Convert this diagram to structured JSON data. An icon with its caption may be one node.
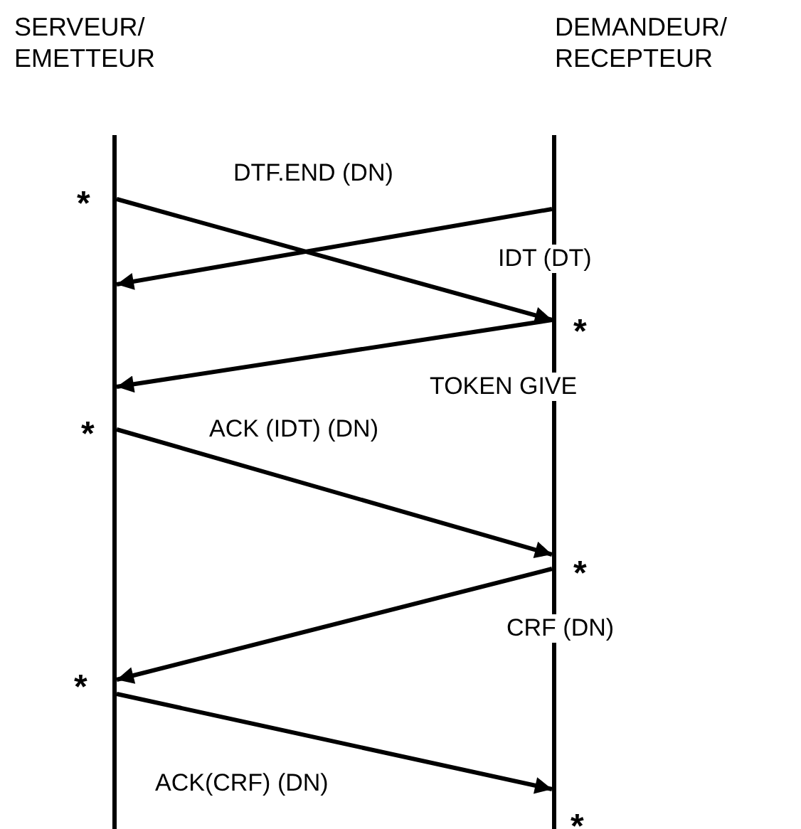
{
  "diagram": {
    "nodes": [
      {
        "text": [
          "SERVEUR/ EMETTEUR"
        ]
      },
      {
        "text": [
          "DEMANDEUR/ RECEPTEUR"
        ]
      }
    ],
    "edges": [
      {
        "from": 0,
        "to": 1,
        "arrow": "to",
        "label": "DTF.END (DN)"
      },
      {
        "from": 1,
        "to": 0,
        "arrow": "to",
        "label": "IDT (DT)"
      },
      {
        "from": 1,
        "to": 0,
        "arrow": "to",
        "label": "TOKEN GIVE"
      },
      {
        "from": 0,
        "to": 1,
        "arrow": "to",
        "label": "ACK (IDT) (DN)"
      },
      {
        "from": 1,
        "to": 0,
        "arrow": "to",
        "label": "CRF (DN)"
      },
      {
        "from": 0,
        "to": 1,
        "arrow": "to",
        "label": "ACK(CRF) (DN)"
      }
    ],
    "labels": [
      "*",
      "*",
      "*",
      "*",
      "*",
      "*"
    ]
  }
}
